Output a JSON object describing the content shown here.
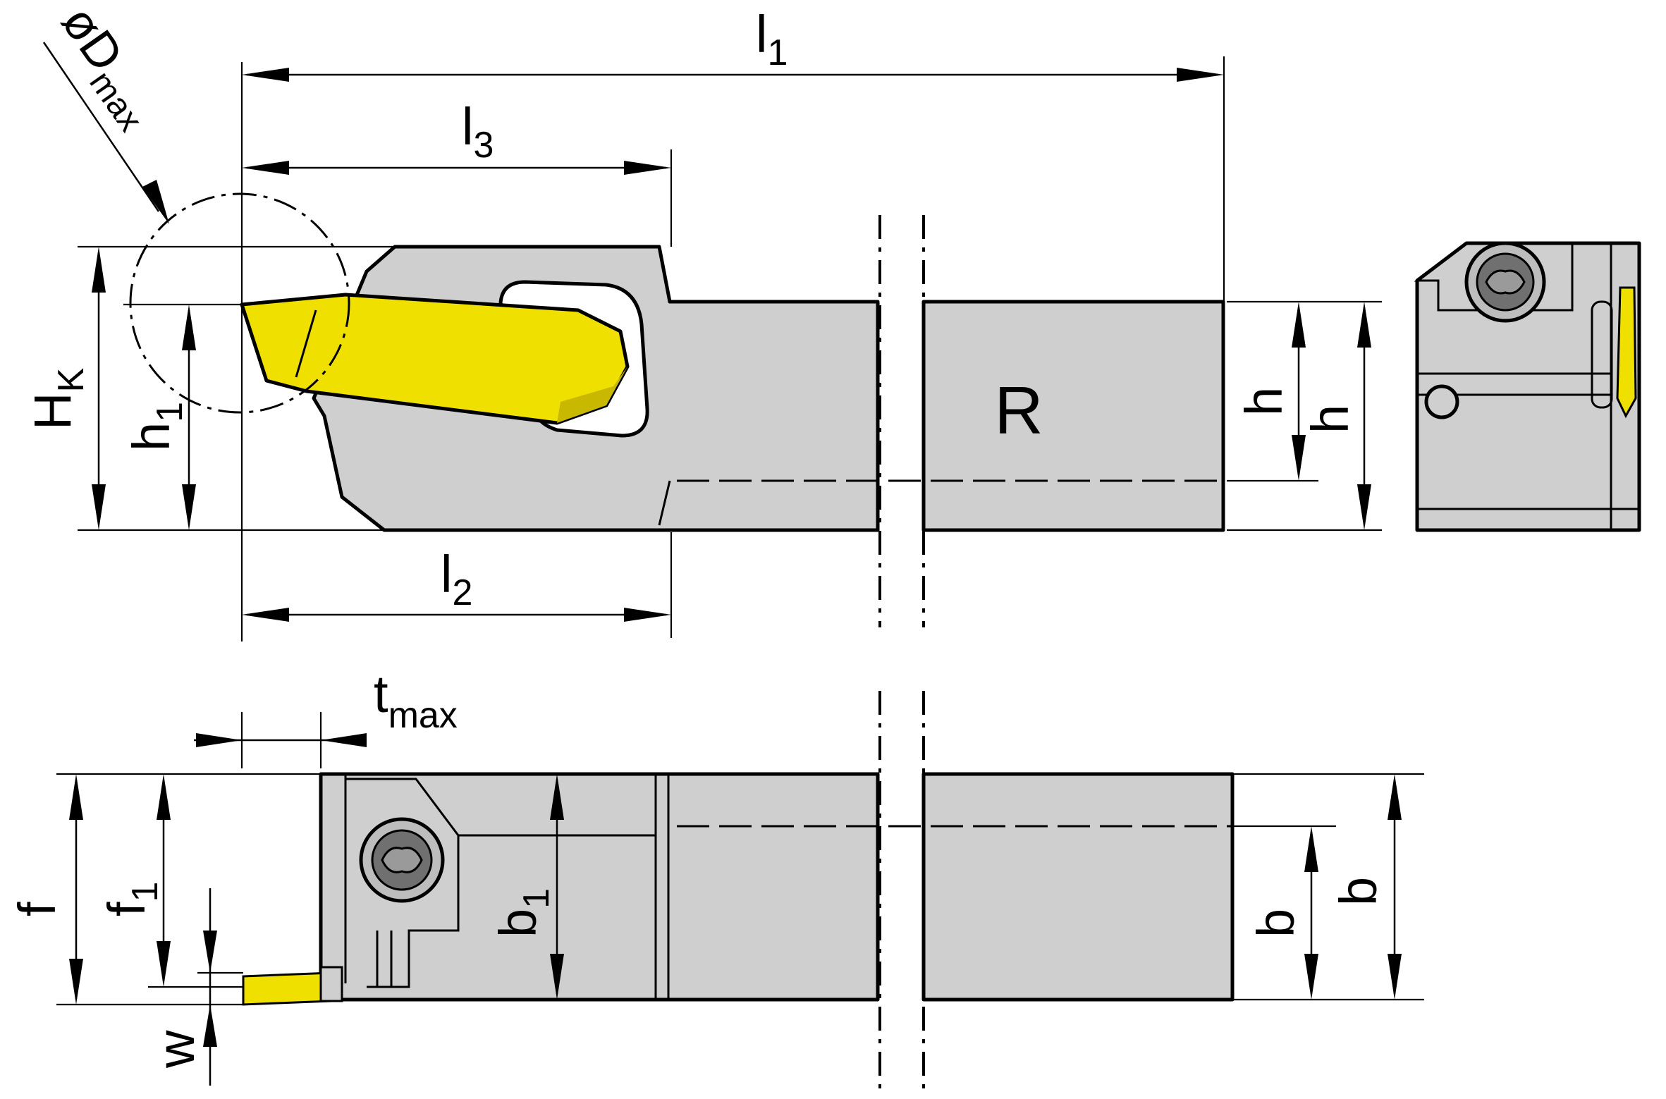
{
  "colors": {
    "body": "#cfcfcf",
    "insert": "#f0e000",
    "insert_shadow": "#c9b800",
    "line": "#000000",
    "background": "#ffffff"
  },
  "labels": {
    "l1": {
      "main": "l",
      "sub": "1"
    },
    "l2": {
      "main": "l",
      "sub": "2"
    },
    "l3": {
      "main": "l",
      "sub": "3"
    },
    "dmax": {
      "prefix": "ø",
      "main": "D",
      "sub": "max"
    },
    "hk": {
      "main": "H",
      "sub": "K"
    },
    "h1": {
      "main": "h",
      "sub": "1"
    },
    "h_inner": "h",
    "h_outer": "h",
    "hand": "R",
    "tmax": {
      "main": "t",
      "sub": "max"
    },
    "f": "f",
    "f1": {
      "main": "f",
      "sub": "1"
    },
    "b1": {
      "main": "b",
      "sub": "1"
    },
    "b_inner": "b",
    "b_outer": "b",
    "w": "w"
  }
}
